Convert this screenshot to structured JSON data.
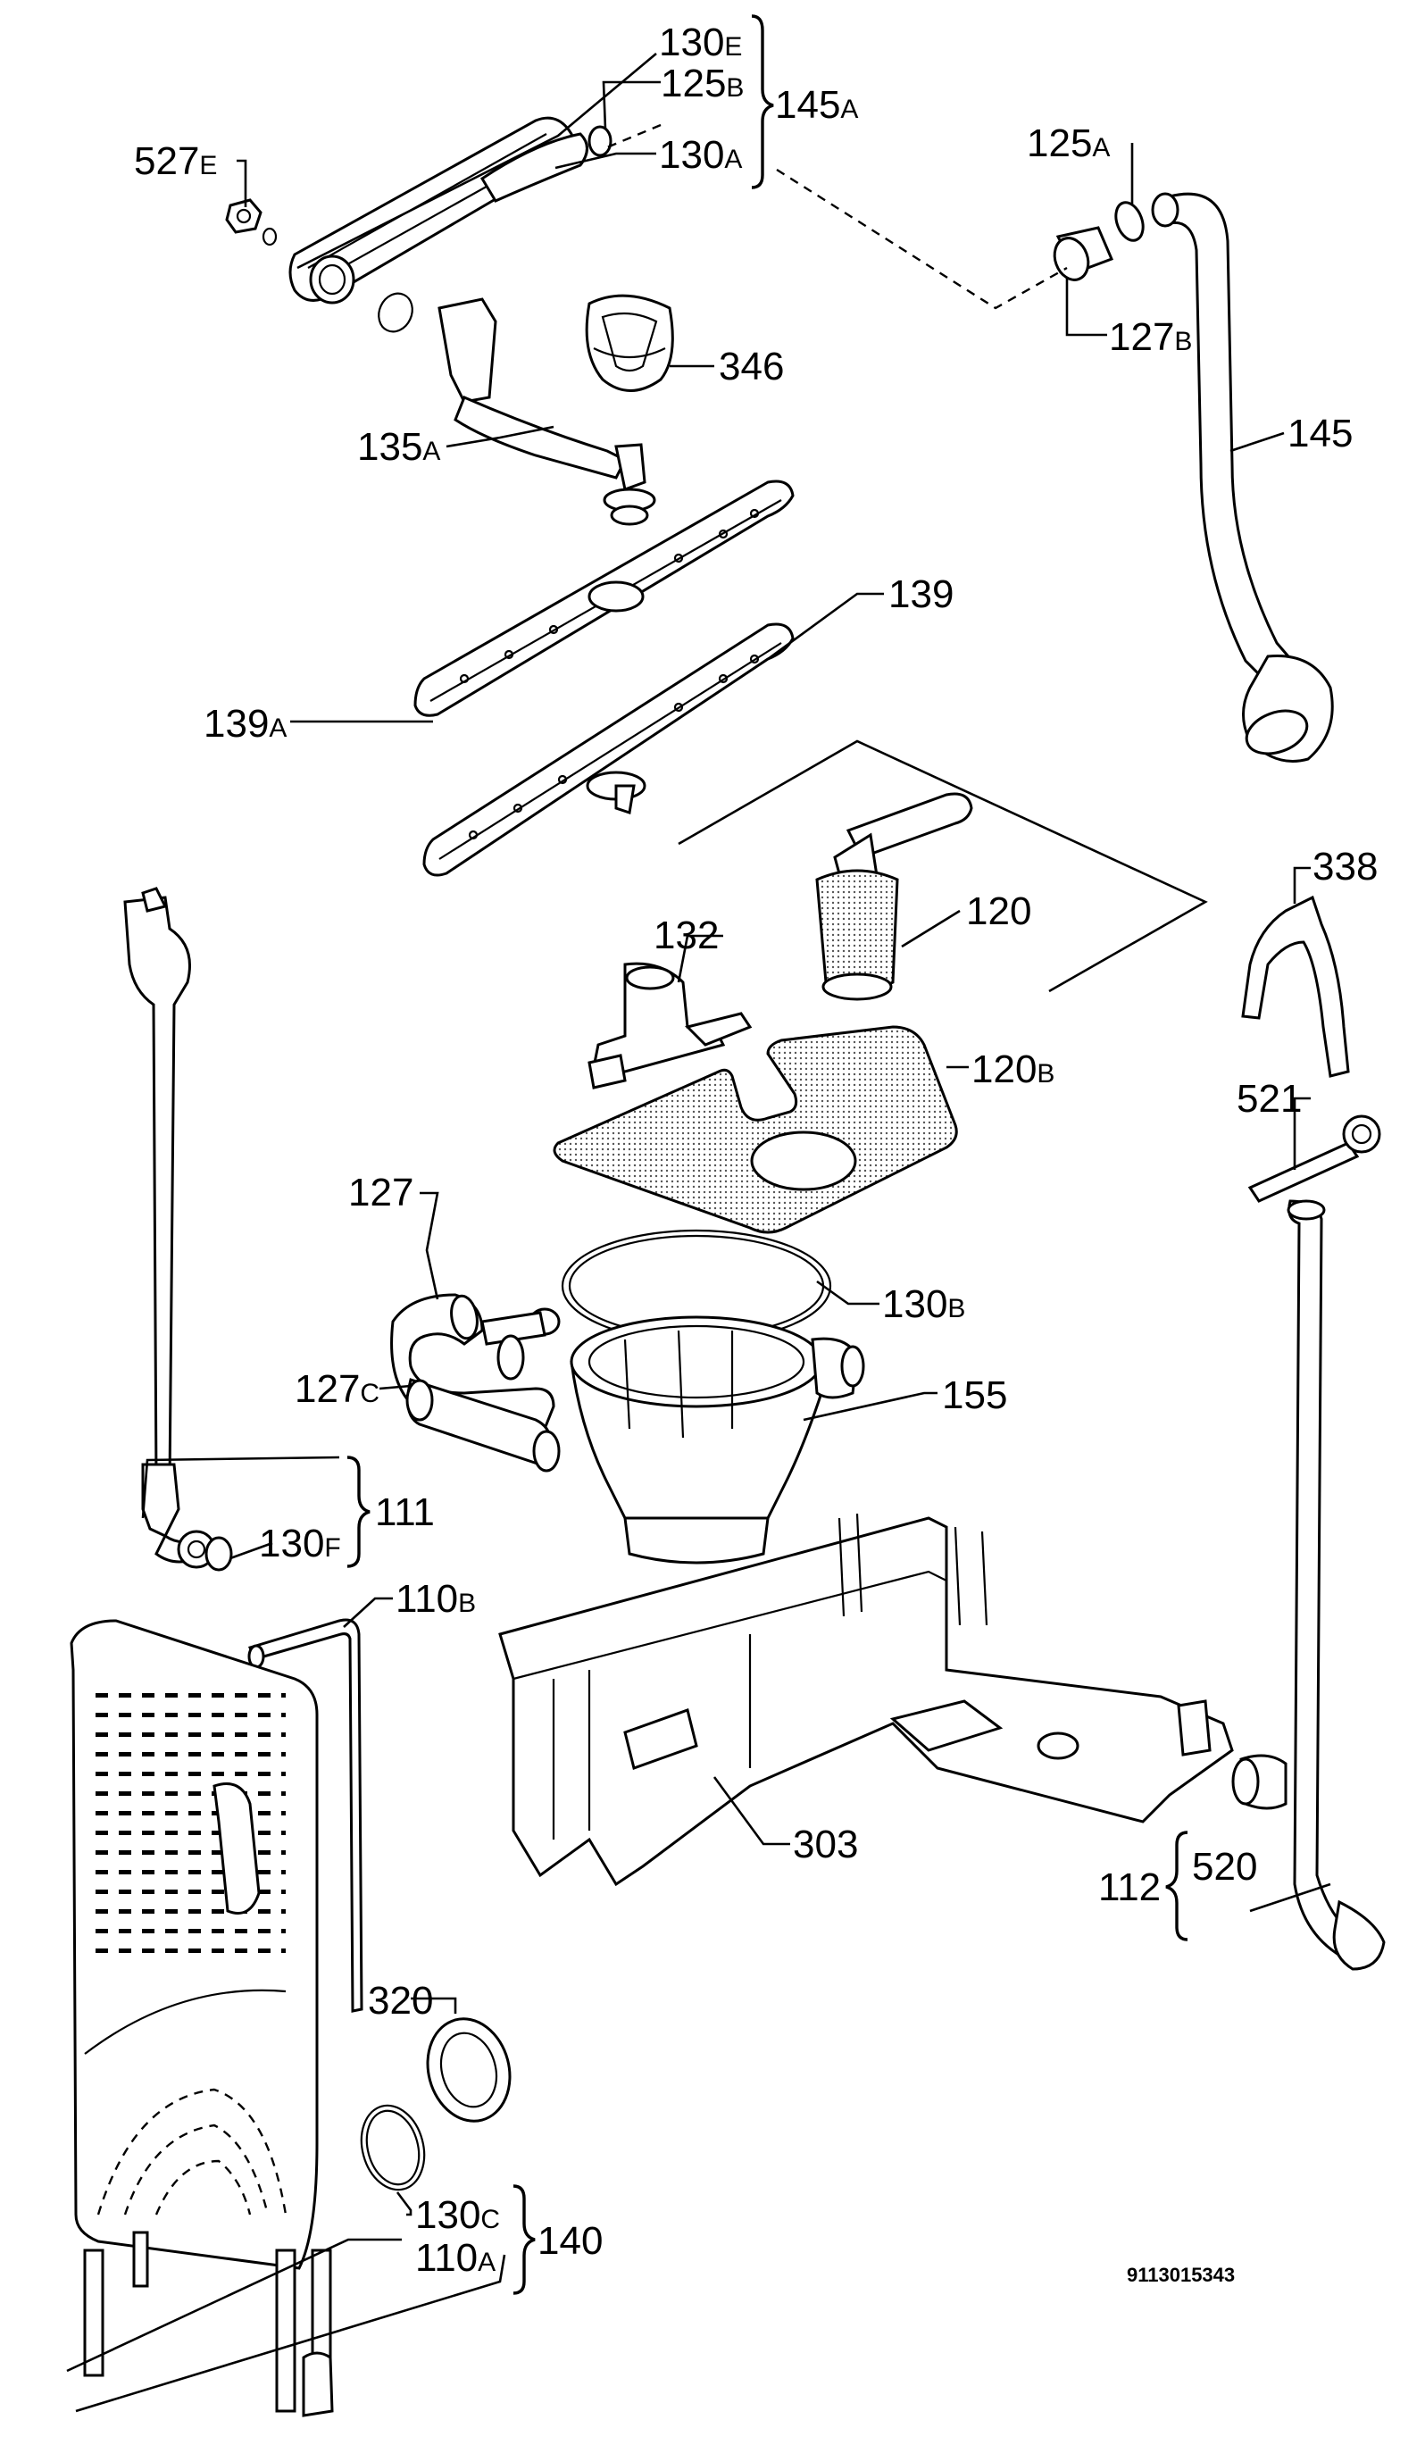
{
  "diagram": {
    "doc_number": "9113015343",
    "labels": {
      "l130E": {
        "num": "130",
        "sfx": "E"
      },
      "l125B": {
        "num": "125",
        "sfx": "B"
      },
      "l145A": {
        "num": "145",
        "sfx": "A"
      },
      "l130A": {
        "num": "130",
        "sfx": "A"
      },
      "l527E": {
        "num": "527",
        "sfx": "E"
      },
      "l125A": {
        "num": "125",
        "sfx": "A"
      },
      "l127B": {
        "num": "127",
        "sfx": "B"
      },
      "l346": {
        "num": "346",
        "sfx": ""
      },
      "l135A": {
        "num": "135",
        "sfx": "A"
      },
      "l145": {
        "num": "145",
        "sfx": ""
      },
      "l139": {
        "num": "139",
        "sfx": ""
      },
      "l139A": {
        "num": "139",
        "sfx": "A"
      },
      "l132": {
        "num": "132",
        "sfx": ""
      },
      "l120": {
        "num": "120",
        "sfx": ""
      },
      "l338": {
        "num": "338",
        "sfx": ""
      },
      "l120B": {
        "num": "120",
        "sfx": "B"
      },
      "l521": {
        "num": "521",
        "sfx": ""
      },
      "l127": {
        "num": "127",
        "sfx": ""
      },
      "l130B": {
        "num": "130",
        "sfx": "B"
      },
      "l127C": {
        "num": "127",
        "sfx": "C"
      },
      "l155": {
        "num": "155",
        "sfx": ""
      },
      "l130F": {
        "num": "130",
        "sfx": "F"
      },
      "l111": {
        "num": "111",
        "sfx": ""
      },
      "l110B": {
        "num": "110",
        "sfx": "B"
      },
      "l303": {
        "num": "303",
        "sfx": ""
      },
      "l520": {
        "num": "520",
        "sfx": ""
      },
      "l112": {
        "num": "112",
        "sfx": ""
      },
      "l320": {
        "num": "320",
        "sfx": ""
      },
      "l130C": {
        "num": "130",
        "sfx": "C"
      },
      "l140": {
        "num": "140",
        "sfx": ""
      },
      "l110A": {
        "num": "110",
        "sfx": "A"
      }
    }
  }
}
